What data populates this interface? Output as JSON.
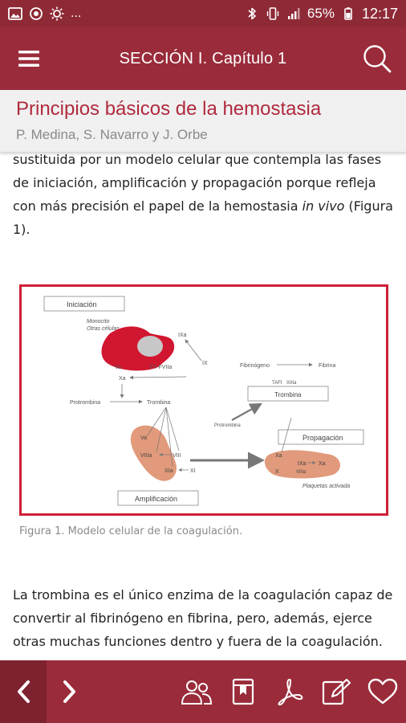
{
  "statusbar": {
    "more": "...",
    "battery": "65%",
    "time": "12:17",
    "icons": [
      "image-icon",
      "sync-icon",
      "brightness-icon",
      "bluetooth-icon",
      "vibrate-icon",
      "signal-icon",
      "battery-icon"
    ]
  },
  "appbar": {
    "title": "SECCIÓN I. Capítulo 1",
    "icons": [
      "menu-icon",
      "search-icon"
    ]
  },
  "chapter": {
    "title": "Principios básicos de la hemostasia",
    "authors": "P. Medina, S. Navarro y J. Orbe"
  },
  "content": {
    "para1_a": "sustituida por un modelo celular que contempla las fases de iniciación, amplificación y propagación porque refleja con más precisión el papel de la hemostasia ",
    "para1_em": "in vivo",
    "para1_b": " (Figura 1).",
    "caption": "Figura 1. Modelo celular de la coagulación.",
    "para2": "La trombina es el único enzima de la coagulación capaz de convertir al fibrinógeno en fibrina, pero, además, ejerce otras muchas funciones dentro y fuera de la coagulación."
  },
  "figure": {
    "iniciacion": "Iniciación",
    "monocito": "Monocito",
    "otras_celulas": "Otras células",
    "ixa": "IXa",
    "ix": "IX",
    "va": "Va",
    "ft_viia": "FT-FVIIa",
    "xa": "Xa",
    "protrombina": "Protrombina",
    "trombina": "Trombina",
    "va2": "Va",
    "viiia": "VIIIa",
    "viii": "VIII",
    "xia": "XIa",
    "xi": "XI",
    "amplificacion": "Amplificación",
    "fibrinogeno": "Fibrinógeno",
    "fibrina": "Fibrina",
    "tafi": "TAFI",
    "xiiia": "XIIIa",
    "trombina2": "Trombina",
    "protrombina2": "Protrombina",
    "propagacion": "Propagación",
    "xa2": "Xa",
    "ixa2": "IXa",
    "xa3": "Xa",
    "x": "X",
    "viiia2": "VIIIa",
    "plaquetas": "Plaquetas activada",
    "colors": {
      "cell": "#d1162f",
      "nucleus": "#c7c7c7",
      "platelet": "#e19a7b",
      "frame": "#cf2036"
    }
  },
  "bottombar": {
    "icons": [
      "chevron-left-icon",
      "chevron-right-icon",
      "authors-icon",
      "book-icon",
      "pdf-icon",
      "edit-icon",
      "heart-icon"
    ]
  }
}
